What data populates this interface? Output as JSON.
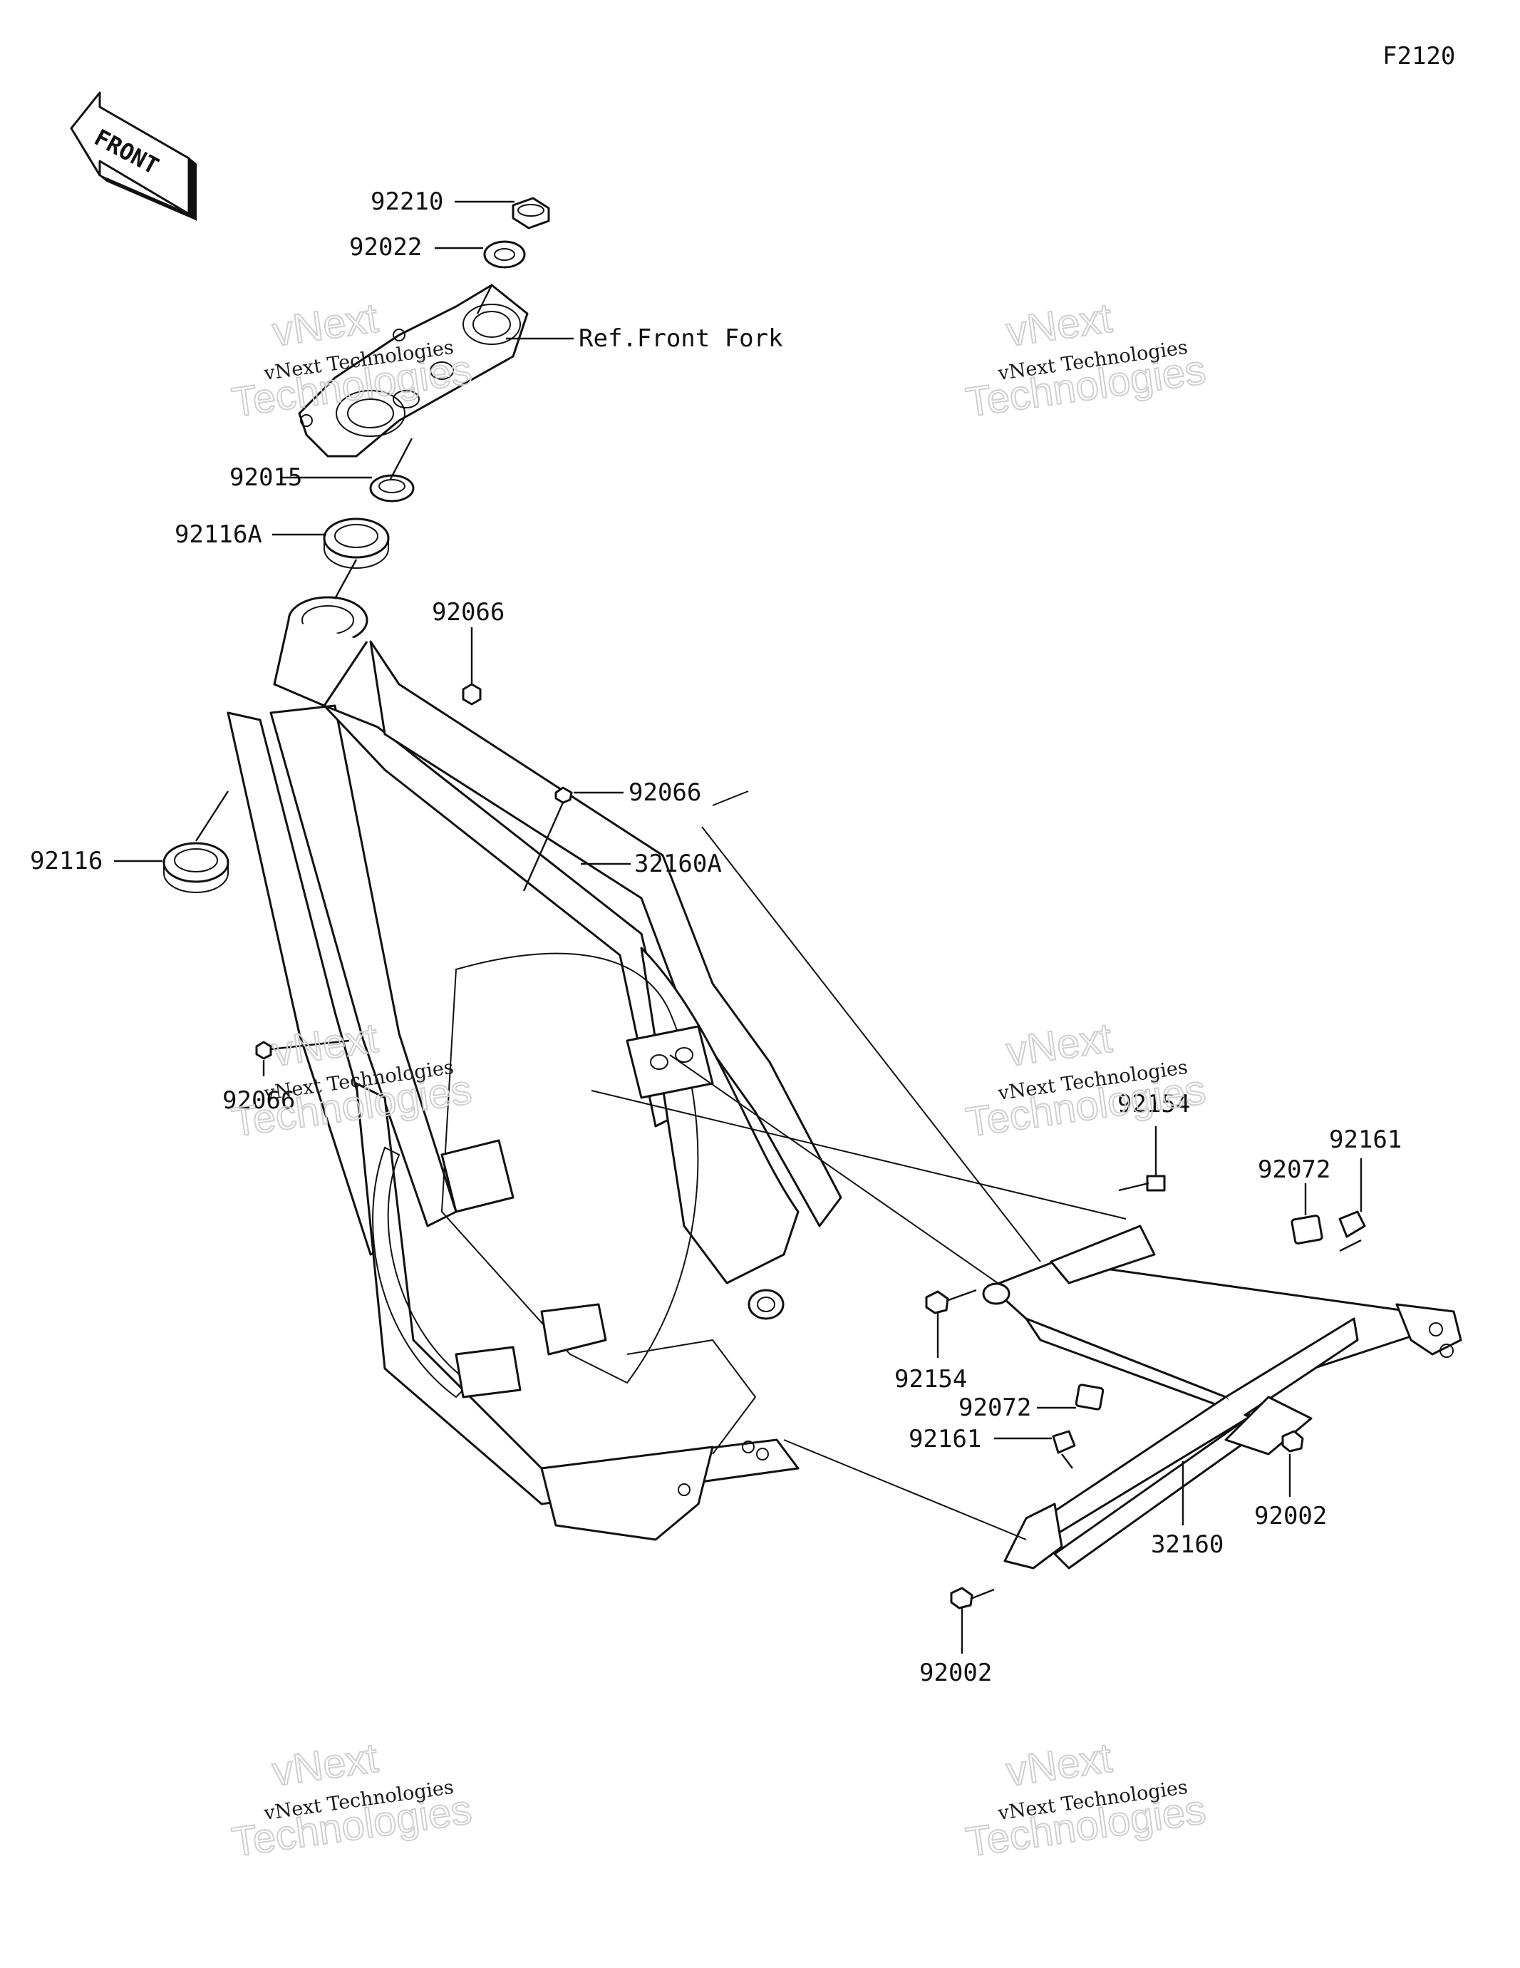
{
  "figure_number": "F2120",
  "front_arrow_label": "FRONT",
  "watermark": {
    "line1": "vNext Technologies",
    "line2": "vNext",
    "line3": "Technologies"
  },
  "callouts": {
    "c92210": "92210",
    "c92022": "92022",
    "ref_front_fork": "Ref.Front Fork",
    "c92015": "92015",
    "c92116A": "92116A",
    "c92066_top": "92066",
    "c92066_mid": "92066",
    "c32160A": "32160A",
    "c92116": "92116",
    "c92066_left": "92066",
    "c92154_top": "92154",
    "c92072_top": "92072",
    "c92161_top": "92161",
    "c92154_bottom": "92154",
    "c92072_bottom": "92072",
    "c92161_bottom": "92161",
    "c32160": "32160",
    "c92002_right": "92002",
    "c92002_bottom": "92002"
  },
  "colors": {
    "line": "#111111",
    "watermark_outline": "#cfcfcf"
  }
}
